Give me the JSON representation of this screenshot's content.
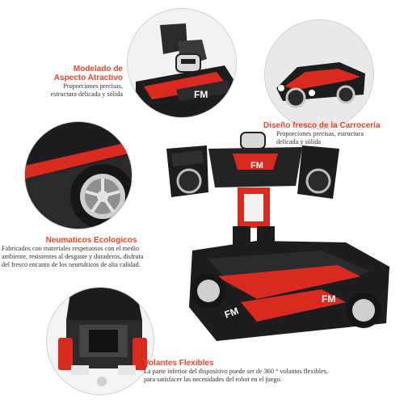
{
  "features": {
    "design": {
      "title_line1": "Modelado de",
      "title_line2": "Aspecto Atractivo",
      "desc_line1": "Proporciones precisas,",
      "desc_line2": "estructura delicada y sólida",
      "icon": "robot-head-icon"
    },
    "body": {
      "title": "Diseño fresco de la Carrocería",
      "desc_line1": "Proporciones precisas, estructura",
      "desc_line2": "delicada y sólida",
      "icon": "car-body-icon"
    },
    "tires": {
      "title": "Neumaticos Ecologicos",
      "desc_line1": "Fabricados con materiales respetuosos con el medio",
      "desc_line2": "ambiente, resistentes al desgaste y duraderos, disfruta",
      "desc_line3": "del fresco encanto de los neumáticos de alta calidad.",
      "icon": "tire-icon"
    },
    "steering": {
      "title": "Volantes Flexibles",
      "desc_line1": "La parte inferior del dispositivo puede ser de 360 ° volantes flexibles,",
      "desc_line2": "para satisfacer las necesidades del robot en el juego.",
      "icon": "steering-icon"
    }
  },
  "product": {
    "badge_text": "FM"
  },
  "colors": {
    "accent": "#e8452c",
    "car_black": "#1d1d1f",
    "car_red": "#d82a1e"
  }
}
